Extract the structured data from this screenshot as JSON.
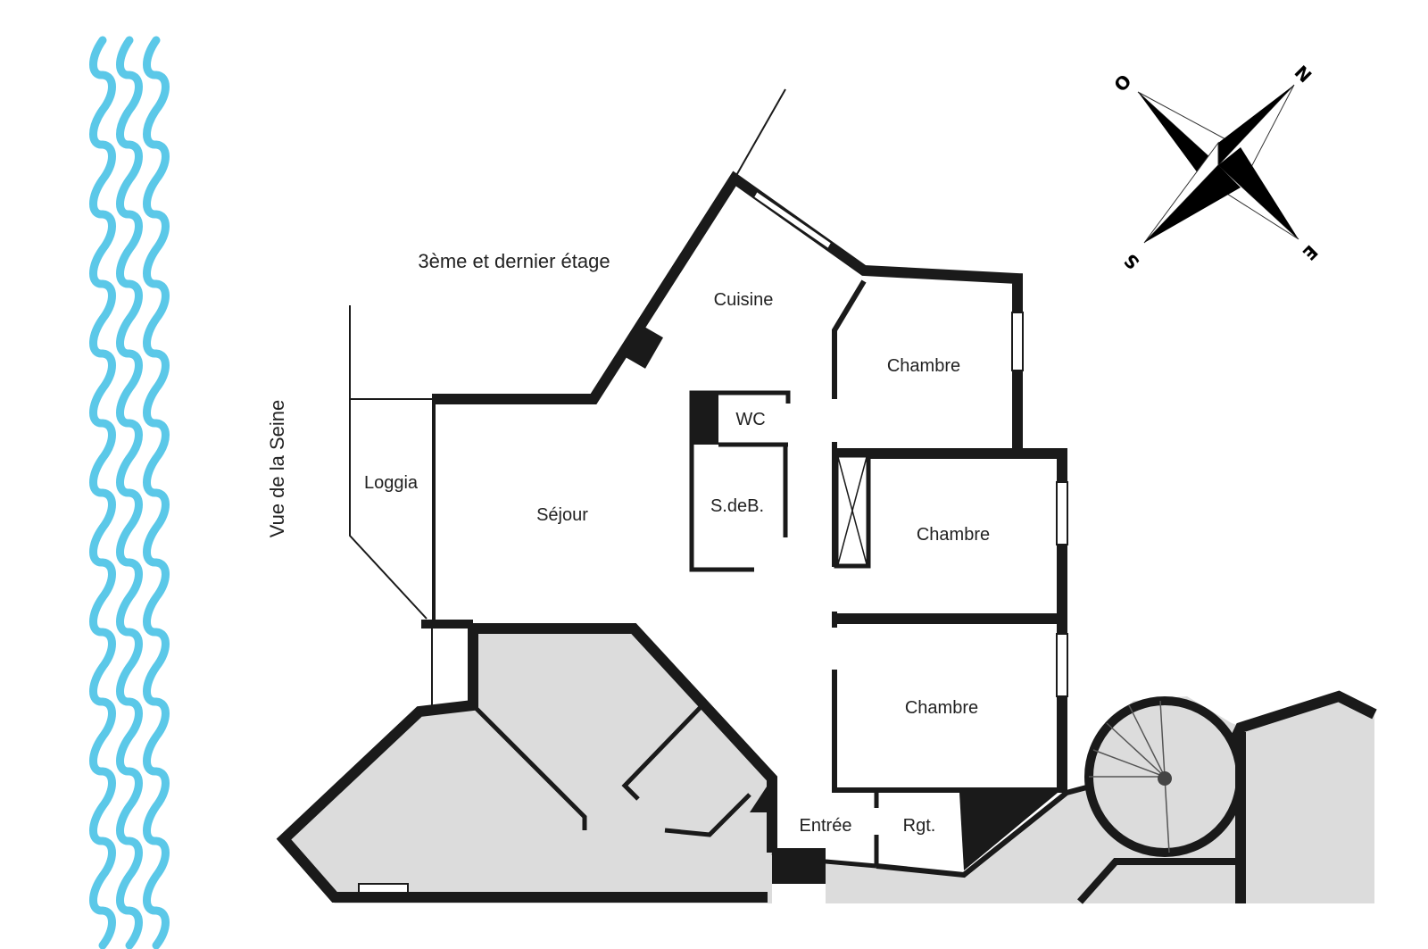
{
  "colors": {
    "river": "#5BC8E8",
    "wall": "#1a1a1a",
    "neighbor_area": "#dcdcdc"
  },
  "floor_label": "3ème et dernier étage",
  "view_label": "Vue de la Seine",
  "rooms": {
    "cuisine": "Cuisine",
    "chambre_1": "Chambre",
    "chambre_2": "Chambre",
    "chambre_3": "Chambre",
    "wc": "WC",
    "sdb": "S.deB.",
    "sejour": "Séjour",
    "loggia": "Loggia",
    "entree": "Entrée",
    "rgt": "Rgt."
  },
  "compass": {
    "north": "N",
    "south": "S",
    "east": "E",
    "west": "O"
  }
}
